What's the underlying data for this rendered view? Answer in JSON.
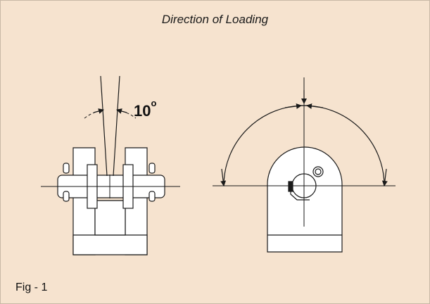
{
  "figure": {
    "title": "Direction of Loading",
    "caption": "Fig - 1",
    "angle_value": "10",
    "angle_unit": "o"
  },
  "colors": {
    "background": "#f6e3cf",
    "line": "#1a1a1a",
    "part_fill": "#ffffff"
  }
}
